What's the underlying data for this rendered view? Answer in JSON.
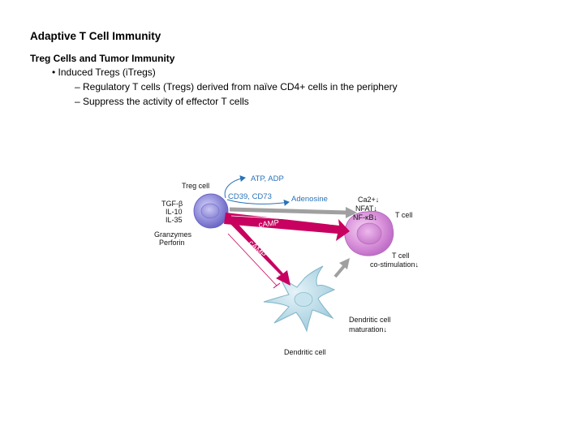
{
  "slide": {
    "title": "Adaptive T Cell Immunity",
    "subtitle": "Treg Cells and Tumor Immunity",
    "bullet_main": "• Induced Tregs (iTregs)",
    "sub_bullets": [
      "– Regulatory T cells (Tregs) derived from naïve CD4+ cells in the periphery",
      "– Suppress the activity of effector T cells"
    ]
  },
  "diagram": {
    "treg_label": "Treg cell",
    "treg_factors": [
      "TGF-β",
      "IL-10",
      "IL-35"
    ],
    "granzymes": [
      "Granzymes",
      "Perforin"
    ],
    "atp_adp": "ATP, ADP",
    "cd39_cd73": "CD39, CD73",
    "adenosine": "Adenosine",
    "camp_t": "cAMP",
    "camp_d": "cAMP",
    "signals": [
      "Ca2+↓",
      "NFAT↓",
      "NF-κB↓"
    ],
    "tcell_label": "T cell",
    "tcell_costim": [
      "T cell",
      "co-stimulation↓"
    ],
    "dc_maturation": [
      "Dendritic cell",
      "maturation↓"
    ],
    "dc_label": "Dendritic cell"
  },
  "colors": {
    "treg_cell": "#8a86d6",
    "t_cell": "#d78ad8",
    "dendritic_cell": "#a8d4e2",
    "camp_arrow": "#c8005f",
    "blue_arrow": "#2a73b8",
    "gray_arrow": "#a0a0a0"
  }
}
